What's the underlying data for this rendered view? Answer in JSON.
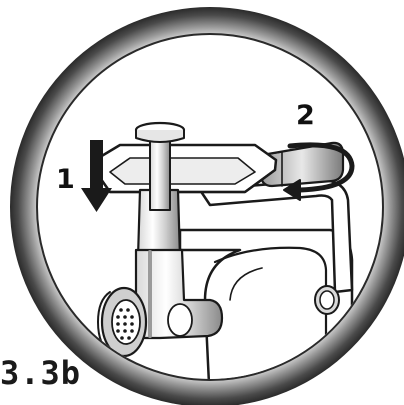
{
  "diagram": {
    "figure_label": "3.3b",
    "steps": [
      {
        "number": "1",
        "action": "press-down",
        "icon": "arrow-down-icon"
      },
      {
        "number": "2",
        "action": "rotate",
        "icon": "rotate-arrow-icon"
      }
    ],
    "colors": {
      "ring_outer": "#3a3a3a",
      "ring_inner": "#bdbdbd",
      "line": "#1a1a1a",
      "fill": "#ffffff",
      "shade": "#e6e6e6"
    }
  }
}
